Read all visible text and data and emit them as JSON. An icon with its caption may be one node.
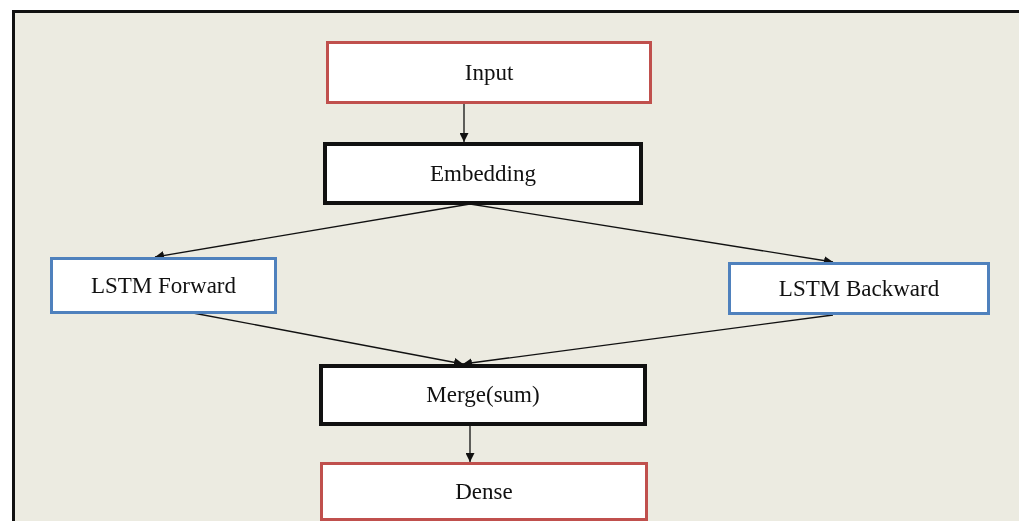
{
  "diagram": {
    "nodes": [
      {
        "text": [
          "Input"
        ]
      },
      {
        "text": [
          "Embedding"
        ]
      },
      {
        "text": [
          "LSTM Forward"
        ]
      },
      {
        "text": [
          "LSTM Backward"
        ]
      },
      {
        "text": [
          "Merge(sum)"
        ]
      },
      {
        "text": [
          "Dense"
        ]
      }
    ],
    "edges": [
      {
        "from": 0,
        "to": 1,
        "arrow": "to"
      },
      {
        "from": 1,
        "to": 2,
        "arrow": "to"
      },
      {
        "from": 1,
        "to": 3,
        "arrow": "to"
      },
      {
        "from": 2,
        "to": 4,
        "arrow": "to"
      },
      {
        "from": 3,
        "to": 4,
        "arrow": "to"
      },
      {
        "from": 4,
        "to": 5,
        "arrow": "to"
      }
    ]
  }
}
